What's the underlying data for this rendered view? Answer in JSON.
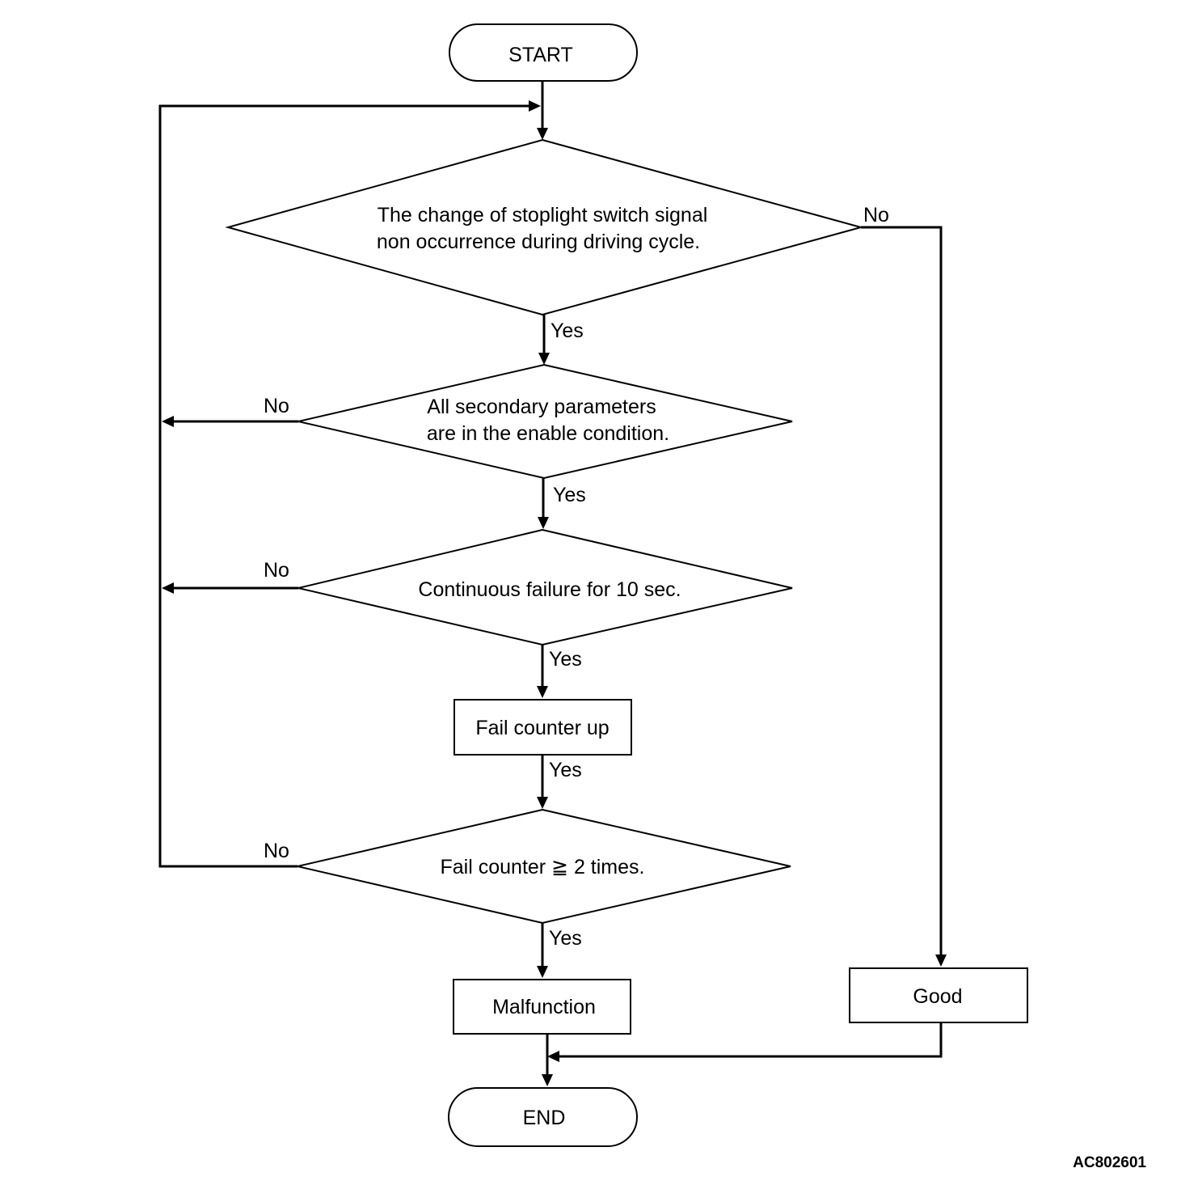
{
  "nodes": {
    "start": "START",
    "decision_stoplight_line1": "The change of stoplight switch signal",
    "decision_stoplight_line2": "non occurrence during driving cycle.",
    "decision_secondary_line1": "All secondary parameters",
    "decision_secondary_line2": "are in the enable condition.",
    "decision_continuous": "Continuous failure for 10 sec.",
    "process_fail_counter_up": "Fail counter up",
    "decision_fail_counter": "Fail counter ≧ 2 times.",
    "process_malfunction": "Malfunction",
    "process_good": "Good",
    "end": "END"
  },
  "edge_labels": {
    "stoplight_no": "No",
    "stoplight_yes": "Yes",
    "secondary_no": "No",
    "secondary_yes": "Yes",
    "continuous_no": "No",
    "continuous_yes": "Yes",
    "fail_counter_up_yes": "Yes",
    "fail_counter_no": "No",
    "fail_counter_yes": "Yes"
  },
  "figure_code": "AC802601"
}
